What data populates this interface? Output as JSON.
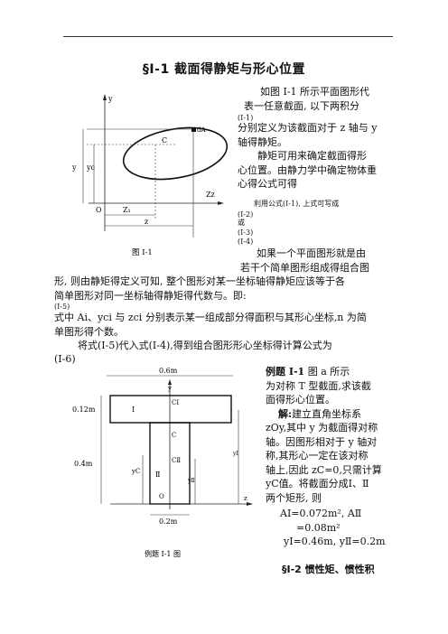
{
  "page_title": "§Ⅰ-1  截面得静矩与形心位置",
  "para1": [
    "如图 Ⅰ-1 所示平面图形代",
    "表一任意截面, 以下两积分"
  ],
  "eq1_label": "(Ⅰ-1)",
  "para2": [
    "分别定义为该截面对于 z 轴与 y",
    "轴得静矩。",
    "静矩可用来确定截面得形",
    "心位置。由静力学中确定物体重",
    "心得公式可得"
  ],
  "note_formula": "利用公式(Ⅰ-1), 上式可写成",
  "eq2_label": "(Ⅰ-2)",
  "or_label": "或",
  "eq3_label": "(Ⅰ-3)",
  "eq4_label": "(Ⅰ-4)",
  "para3_right": [
    "如果一个平面图形就是由",
    "若干个简单图形组成得组合图"
  ],
  "para3_full": [
    "形, 则由静矩得定义可知, 整个图形对某一坐标轴得静矩应该等于各",
    "简单图形对同一坐标轴得静矩得代数与。即:"
  ],
  "eq5_label": "(Ⅰ-5)",
  "para4": [
    "式中 Ai、yci 与 zci 分别表示某一组成部分得面积与其形心坐标,n 为简",
    "单图形得个数。"
  ],
  "para5": "将式(Ⅰ-5)代入式(Ⅰ-4),得到组合图形形心坐标得计算公式为",
  "eq6_label": "(Ⅰ-6)",
  "fig1": {
    "caption": "图 Ⅰ-1",
    "y_axis": "y",
    "z_axis_left": "Z₁",
    "z_axis_right": "Zz",
    "z_label": "z",
    "origin": "O",
    "centroid": "C",
    "dA": "dA",
    "y_left": "y",
    "yc_left": "yc"
  },
  "example": {
    "heading": "例题 Ⅰ-1",
    "lines": [
      "图 a 所示",
      "为对称 T 型截面,求该截",
      "面得形心位置。"
    ],
    "solution_head": "解:",
    "solution_lines": [
      "建立直角坐标系",
      "zOy,其中 y 为截面得对称",
      "轴。因图形相对于 y 轴对",
      "称,其形心一定在该对称",
      "轴上,因此 zC=0,只需计算",
      "yC值。将截面分成Ⅰ、Ⅱ",
      "两个矩形, 则"
    ],
    "area_line1": "AⅠ=0.072m², AⅡ",
    "area_line2": "=0.08m²",
    "y_line": "yⅠ=0.46m, yⅡ=0.2m"
  },
  "fig2": {
    "caption": "例题 Ⅰ-1 图",
    "width_top": "0.6m",
    "flange_h": "0.12m",
    "web_h": "0.4m",
    "web_w": "0.2m",
    "part1": "Ⅰ",
    "part2": "Ⅱ",
    "c1": "CⅠ",
    "c": "C",
    "c2": "CⅡ",
    "yc": "yC",
    "y2": "yⅡ",
    "y1": "yⅠ",
    "origin": "O",
    "y_axis": "y",
    "z_axis": "z"
  },
  "section2": "§Ⅰ-2  惯性矩、惯性积"
}
